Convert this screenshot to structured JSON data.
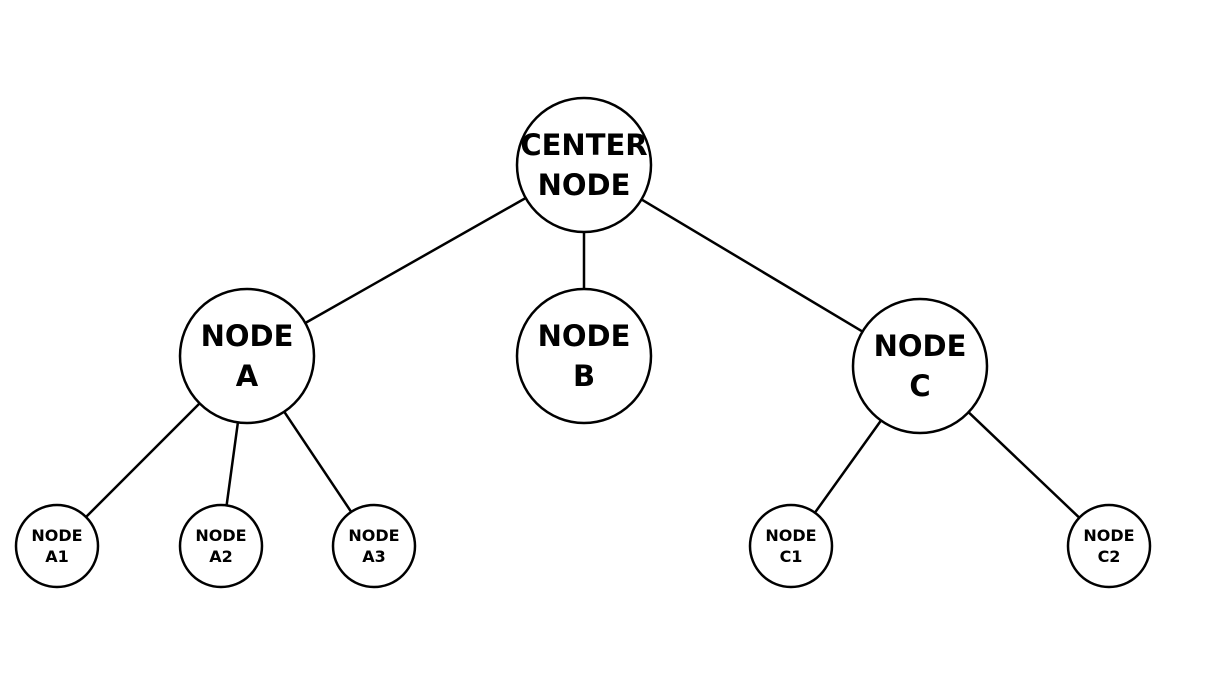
{
  "diagram": {
    "type": "tree",
    "colors": {
      "line": "#000000",
      "node_fill": "#ffffff",
      "background": "#ffffff"
    },
    "nodes": [
      {
        "id": "center",
        "label_lines": [
          "CENTER",
          "NODE"
        ]
      },
      {
        "id": "a",
        "label_lines": [
          "NODE",
          "A"
        ]
      },
      {
        "id": "b",
        "label_lines": [
          "NODE",
          "B"
        ]
      },
      {
        "id": "c",
        "label_lines": [
          "NODE",
          "C"
        ]
      },
      {
        "id": "a1",
        "label_lines": [
          "NODE",
          "A1"
        ]
      },
      {
        "id": "a2",
        "label_lines": [
          "NODE",
          "A2"
        ]
      },
      {
        "id": "a3",
        "label_lines": [
          "NODE",
          "A3"
        ]
      },
      {
        "id": "c1",
        "label_lines": [
          "NODE",
          "C1"
        ]
      },
      {
        "id": "c2",
        "label_lines": [
          "NODE",
          "C2"
        ]
      }
    ],
    "edges": [
      {
        "from": "center",
        "to": "a"
      },
      {
        "from": "center",
        "to": "b"
      },
      {
        "from": "center",
        "to": "c"
      },
      {
        "from": "a",
        "to": "a1"
      },
      {
        "from": "a",
        "to": "a2"
      },
      {
        "from": "a",
        "to": "a3"
      },
      {
        "from": "c",
        "to": "c1"
      },
      {
        "from": "c",
        "to": "c2"
      }
    ]
  }
}
